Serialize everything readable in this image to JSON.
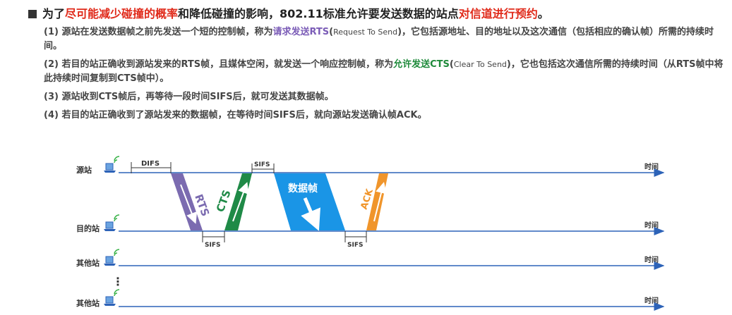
{
  "title": {
    "p1": "为了",
    "h1": "尽可能减少碰撞的概率",
    "p2": "和降低碰撞的影响，802.11标准允许要发送数据的站点",
    "h2": "对信道进行预约",
    "p3": "。"
  },
  "steps": [
    {
      "a": "(1) 源站在发送数据帧之前先发送一个短的控制帧，称为",
      "hl": "请求发送RTS",
      "paren_open": "(",
      "en": "Request To Send",
      "b": ")，它包括源地址、目的地址以及这次通信（包括相应的确认帧）所需的持续时间。"
    },
    {
      "a": "(2) 若目的站正确收到源站发来的RTS帧，且媒体空闲，就发送一个响应控制帧，称为",
      "hl": "允许发送CTS",
      "paren_open": "(",
      "en": "Clear To Send",
      "b": ")，它也包括这次通信所需的持续时间（从RTS帧中将此持续时间复制到CTS帧中）。"
    },
    {
      "a": "(3) 源站收到CTS帧后，再等待一段时间SIFS后，就可发送其数据帧。"
    },
    {
      "a": "(4) 若目的站正确收到了源站发来的数据帧，在等待时间SIFS后，就向源站发送确认帧ACK。"
    }
  ],
  "diagram": {
    "stations": [
      "源站",
      "目的站",
      "其他站",
      "其他站"
    ],
    "time_label": "时间",
    "ellipsis": "⋮",
    "difs": "DIFS",
    "sifs": "SIFS",
    "frames": {
      "rts": "RTS",
      "cts": "CTS",
      "data": "数据帧",
      "ack": "ACK"
    },
    "colors": {
      "rts": "#7b6bb0",
      "cts": "#1f8a47",
      "data": "#1a95e6",
      "ack": "#f0952b",
      "line": "#2d63b8"
    }
  }
}
